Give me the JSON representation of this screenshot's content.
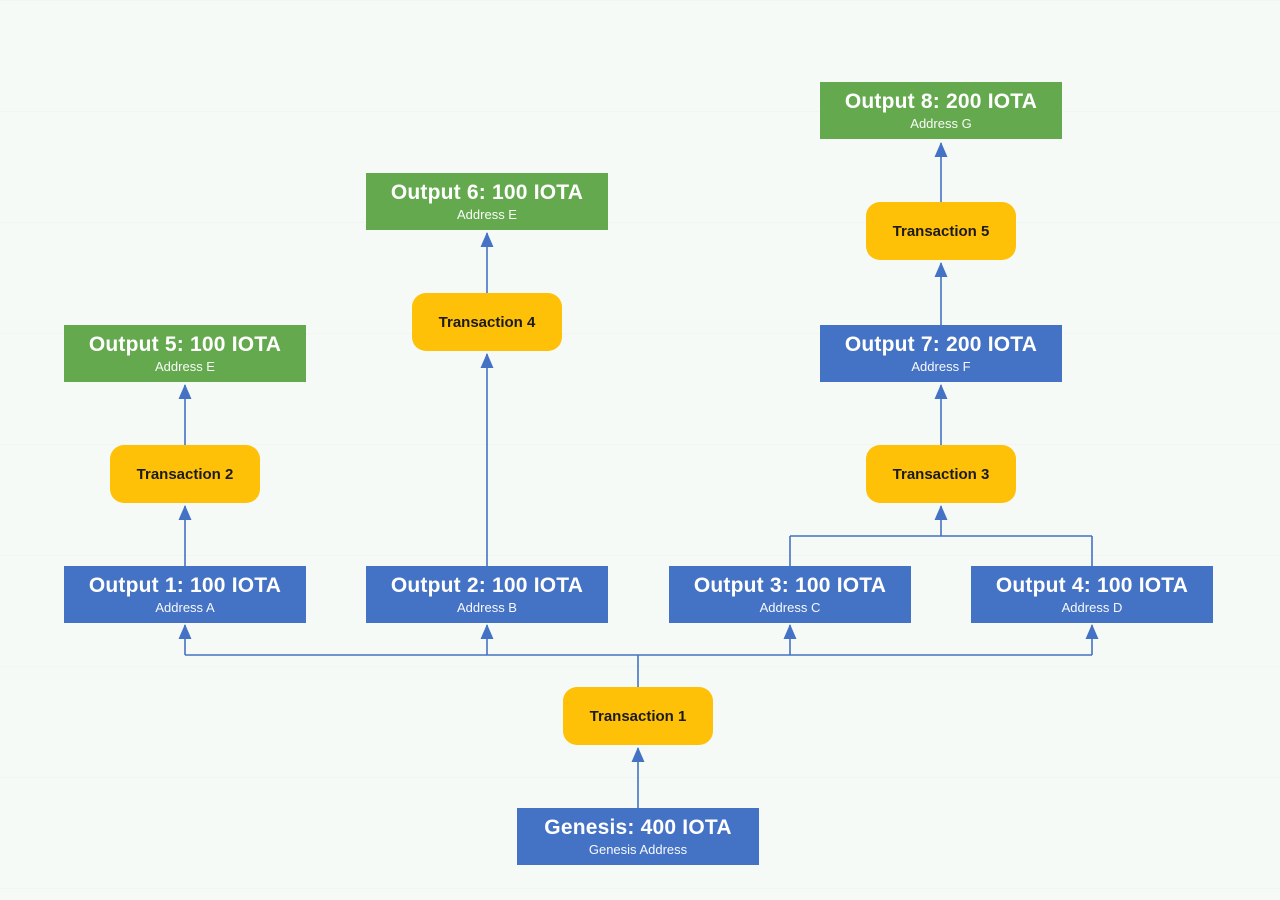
{
  "colors": {
    "output_blue": "#4472C4",
    "output_green": "#65A94E",
    "transaction_yellow": "#FFC008",
    "connector_blue": "#4472C4",
    "canvas_bg": "#F6FAF7"
  },
  "nodes": {
    "output1": {
      "title": "Output 1: 100 IOTA",
      "subtitle": "Address A"
    },
    "output2": {
      "title": "Output 2: 100 IOTA",
      "subtitle": "Address B"
    },
    "output3": {
      "title": "Output 3: 100 IOTA",
      "subtitle": "Address C"
    },
    "output4": {
      "title": "Output 4: 100 IOTA",
      "subtitle": "Address D"
    },
    "output5": {
      "title": "Output 5: 100 IOTA",
      "subtitle": "Address E"
    },
    "output6": {
      "title": "Output 6: 100 IOTA",
      "subtitle": "Address E"
    },
    "output7": {
      "title": "Output 7: 200 IOTA",
      "subtitle": "Address F"
    },
    "output8": {
      "title": "Output 8: 200 IOTA",
      "subtitle": "Address G"
    },
    "genesis": {
      "title": "Genesis: 400 IOTA",
      "subtitle": "Genesis Address"
    },
    "transaction1": {
      "label": "Transaction 1"
    },
    "transaction2": {
      "label": "Transaction 2"
    },
    "transaction3": {
      "label": "Transaction 3"
    },
    "transaction4": {
      "label": "Transaction 4"
    },
    "transaction5": {
      "label": "Transaction 5"
    }
  },
  "edges": [
    {
      "from": "genesis",
      "to": "transaction1"
    },
    {
      "from": "transaction1",
      "to": "output1"
    },
    {
      "from": "transaction1",
      "to": "output2"
    },
    {
      "from": "transaction1",
      "to": "output3"
    },
    {
      "from": "transaction1",
      "to": "output4"
    },
    {
      "from": "output1",
      "to": "transaction2"
    },
    {
      "from": "transaction2",
      "to": "output5"
    },
    {
      "from": "output2",
      "to": "transaction4"
    },
    {
      "from": "transaction4",
      "to": "output6"
    },
    {
      "from": "output3",
      "to": "transaction3"
    },
    {
      "from": "output4",
      "to": "transaction3"
    },
    {
      "from": "transaction3",
      "to": "output7"
    },
    {
      "from": "output7",
      "to": "transaction5"
    },
    {
      "from": "transaction5",
      "to": "output8"
    }
  ]
}
